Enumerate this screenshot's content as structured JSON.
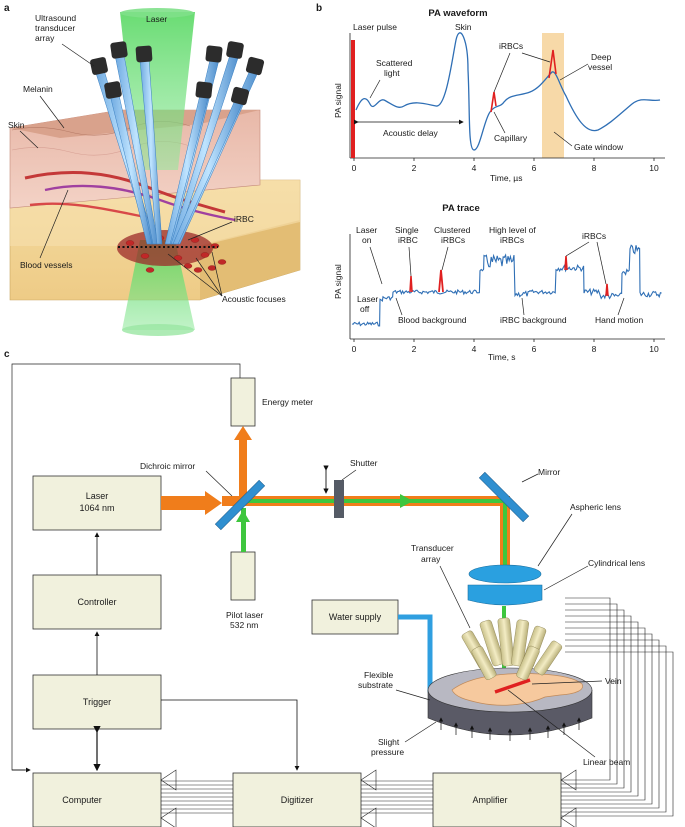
{
  "panels": {
    "a": "a",
    "b": "b",
    "c": "c"
  },
  "panel_a": {
    "laser": "Laser",
    "transducer_line1": "Ultrasound",
    "transducer_line2": "transducer",
    "transducer_line3": "array",
    "melanin": "Melanin",
    "skin": "Skin",
    "irbc": "iRBC",
    "blood_vessels": "Blood vessels",
    "acoustic_focuses": "Acoustic focuses"
  },
  "waveform": {
    "title": "PA waveform",
    "ylabel": "PA signal",
    "xlabel": "Time, µs",
    "xticks": [
      "0",
      "2",
      "4",
      "6",
      "8",
      "10"
    ],
    "annotations": {
      "laser_pulse": "Laser pulse",
      "skin": "Skin",
      "scattered_line1": "Scattered",
      "scattered_line2": "light",
      "irbcs": "iRBCs",
      "deep_line1": "Deep",
      "deep_line2": "vessel",
      "acoustic_delay": "Acoustic delay",
      "capillary": "Capillary",
      "gate_window": "Gate window"
    },
    "colors": {
      "signal": "#2f6fb5",
      "pulse": "#e02020",
      "gate": "#f7d9a8"
    }
  },
  "trace": {
    "title": "PA trace",
    "ylabel": "PA signal",
    "xlabel": "Time, s",
    "xticks": [
      "0",
      "2",
      "4",
      "6",
      "8",
      "10"
    ],
    "annotations": {
      "laser_on_1": "Laser",
      "laser_on_2": "on",
      "laser_off_1": "Laser",
      "laser_off_2": "off",
      "single_1": "Single",
      "single_2": "iRBC",
      "clustered_1": "Clustered",
      "clustered_2": "iRBCs",
      "high_1": "High level of",
      "high_2": "iRBCs",
      "irbcs": "iRBCs",
      "blood_background": "Blood background",
      "irbc_background": "iRBC background",
      "hand_motion": "Hand motion"
    }
  },
  "setup": {
    "laser_line1": "Laser",
    "laser_line2": "1064 nm",
    "controller": "Controller",
    "trigger": "Trigger",
    "computer": "Computer",
    "digitizer": "Digitizer",
    "amplifier": "Amplifier",
    "energy_meter": "Energy meter",
    "dichroic_mirror": "Dichroic mirror",
    "shutter": "Shutter",
    "mirror": "Mirror",
    "aspheric_lens": "Aspheric lens",
    "cylindrical_lens": "Cylindrical lens",
    "pilot_line1": "Pilot laser",
    "pilot_line2": "532 nm",
    "water_supply": "Water supply",
    "transducer_line1": "Transducer",
    "transducer_line2": "array",
    "flexible_line1": "Flexible",
    "flexible_line2": "substrate",
    "slight_line1": "Slight",
    "slight_line2": "pressure",
    "vein": "Vein",
    "linear_beam": "Linear beam",
    "colors": {
      "laser_beam": "#f07d1b",
      "pilot_beam": "#3ec63e",
      "water": "#2f9fe0",
      "box": "#f1f1dd"
    }
  }
}
